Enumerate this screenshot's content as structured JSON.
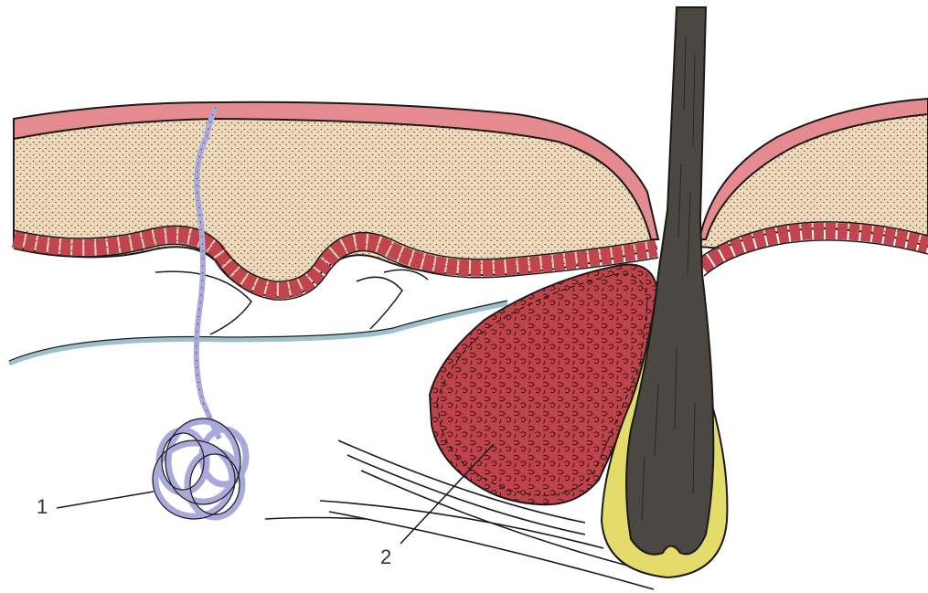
{
  "diagram": {
    "labels": [
      {
        "id": "1",
        "text": "1"
      },
      {
        "id": "2",
        "text": "2"
      }
    ]
  },
  "colors": {
    "epidermis_pink": "#e58a8e",
    "dermis_beige": "#efd9bb",
    "basal_cell_red": "#c1444f",
    "gland_red": "#c0434c",
    "hair_dark": "#4b4743",
    "sheath_yellow": "#e3dc6a",
    "duct_purple": "#aaa9db",
    "nerve_blue": "#9cc0cd",
    "outline": "#1a1a1a"
  }
}
